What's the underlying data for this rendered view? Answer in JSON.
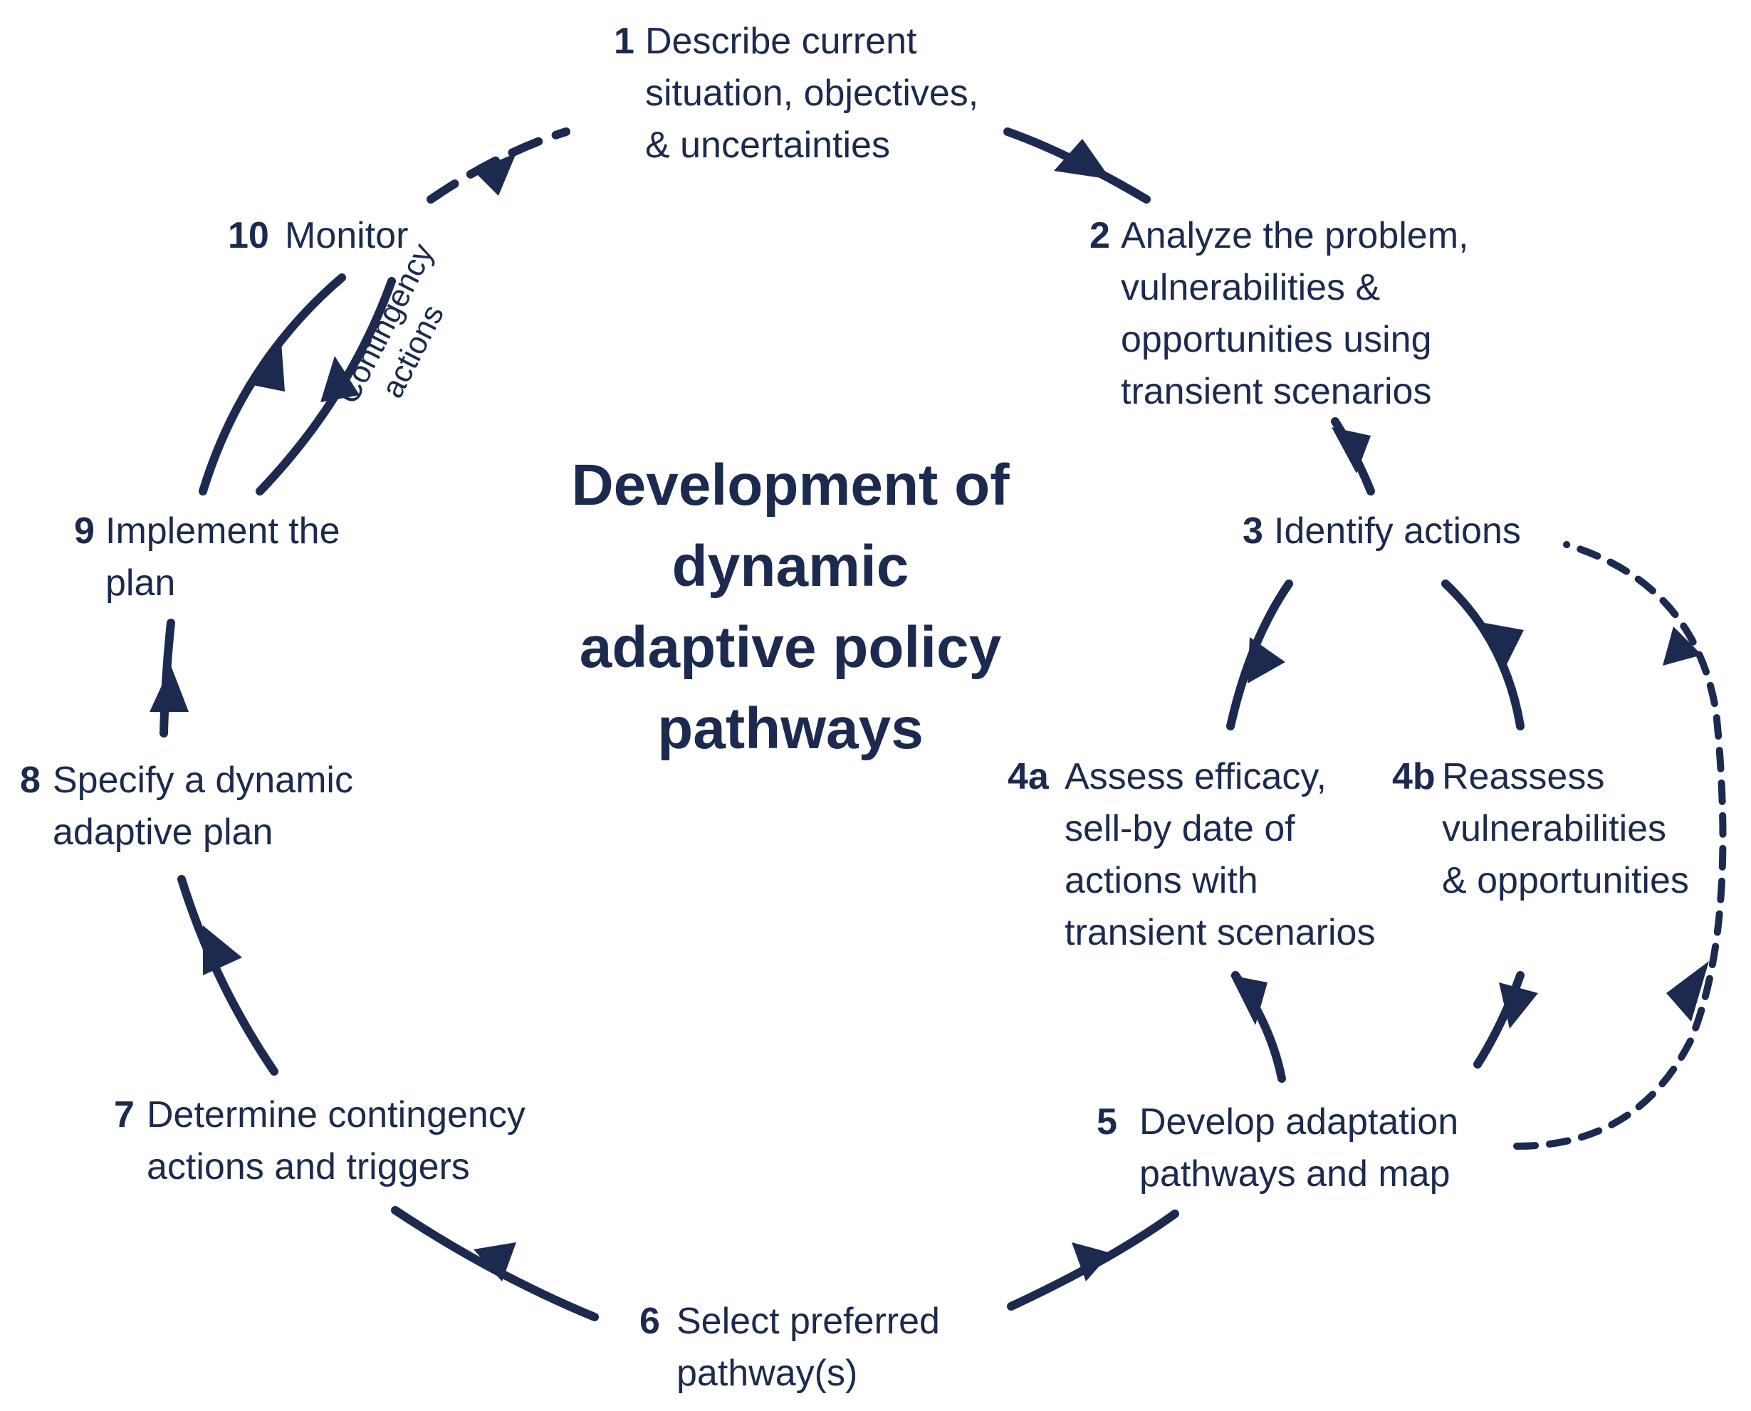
{
  "title": [
    "Development of",
    "dynamic",
    "adaptive policy",
    "pathways"
  ],
  "steps": {
    "s1": {
      "num": "1",
      "lines": [
        "Describe current",
        "situation, objectives,",
        "& uncertainties"
      ]
    },
    "s2": {
      "num": "2",
      "lines": [
        "Analyze the problem,",
        "vulnerabilities &",
        "opportunities using",
        "transient scenarios"
      ]
    },
    "s3": {
      "num": "3",
      "lines": [
        "Identify actions"
      ]
    },
    "s4a": {
      "num": "4a",
      "lines": [
        "Assess efficacy,",
        "sell-by date of",
        "actions with",
        "transient scenarios"
      ]
    },
    "s4b": {
      "num": "4b",
      "lines": [
        "Reassess",
        "vulnerabilities",
        "& opportunities"
      ]
    },
    "s5": {
      "num": "5",
      "lines": [
        "Develop adaptation",
        "pathways and map"
      ]
    },
    "s6": {
      "num": "6",
      "lines": [
        "Select preferred",
        "pathway(s)"
      ]
    },
    "s7": {
      "num": "7",
      "lines": [
        "Determine contingency",
        "actions and triggers"
      ]
    },
    "s8": {
      "num": "8",
      "lines": [
        "Specify a dynamic",
        "adaptive plan"
      ]
    },
    "s9": {
      "num": "9",
      "lines": [
        "Implement the",
        "plan"
      ]
    },
    "s10": {
      "num": "10",
      "lines": [
        "Monitor"
      ]
    }
  },
  "contingency_label": [
    "Contingency",
    "actions"
  ],
  "colors": {
    "ink": "#1c2a4f",
    "background": "#ffffff"
  }
}
